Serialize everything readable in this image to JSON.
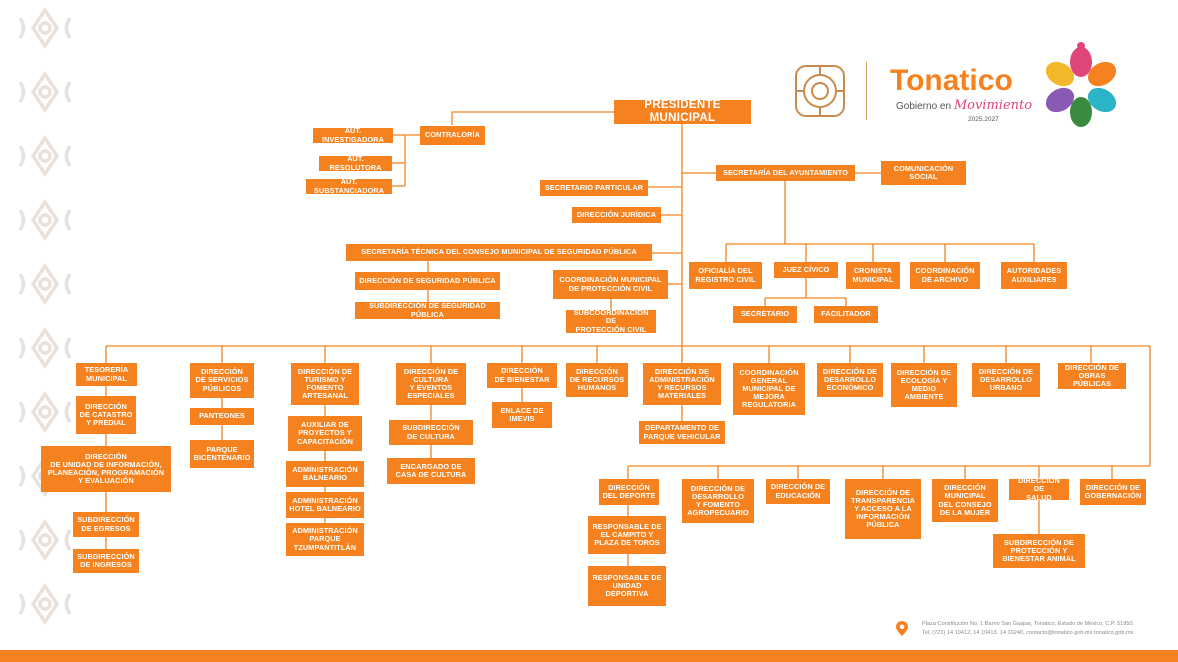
{
  "colors": {
    "box": "#f5821f",
    "line": "#f5821f",
    "pattern": "#e9e1dc",
    "accent_pink": "#e0457b"
  },
  "header": {
    "brand_name": "Tonatico",
    "brand_prefix": "Gobierno en",
    "brand_script": "Movimiento",
    "brand_years": "2025.2027",
    "seal_icon": "municipal-seal-icon",
    "flower_icon": "flower-logo-icon"
  },
  "org": {
    "presidente": "PRESIDENTE MUNICIPAL",
    "contraloria": "CONTRALORÍA",
    "aut_investigadora": "AUT. INVESTIGADORA",
    "aut_resolutora": "AUT. RESOLUTORA",
    "aut_substanciadora": "AUT. SUBSTANCIADORA",
    "sec_ayuntamiento": "SECRETARÍA DEL AYUNTAMIENTO",
    "comunicacion": "COMUNICACIÓN\nSOCIAL",
    "sec_particular": "SECRETARIO PARTICULAR",
    "dir_juridica": "DIRECCIÓN JURÍDICA",
    "sec_tecnica": "SECRETARÍA TÉCNICA DEL CONSEJO MUNICIPAL DE SEGURIDAD PÚBLICA",
    "dir_seguridad": "DIRECCIÓN DE SEGURIDAD PÚBLICA",
    "subdir_seguridad": "SUBDIRECCIÓN DE SEGURIDAD PÚBLICA",
    "coord_proteccion": "COORDINACIÓN MUNICIPAL\nDE PROTECCIÓN CIVIL",
    "subcoord_proteccion": "SUBCOORDINACIÓN DE\nPROTECCIÓN CIVIL",
    "oficialia": "OFICIALÍA DEL\nREGISTRO CIVIL",
    "juez": "JUEZ CÍVICO",
    "cronista": "CRONISTA\nMUNICIPAL",
    "coord_archivo": "COORDINACIÓN\nDE ARCHIVO",
    "autoridades": "AUTORIDADES\nAUXILIARES",
    "secretario": "SECRETARIO",
    "facilitador": "FACILITADOR",
    "tesoreria": "TESORERÍA\nMUNICIPAL",
    "dir_catastro": "DIRECCIÓN\nDE CATASTRO\nY PREDIAL",
    "dir_unidad_info": "DIRECCIÓN\nDE UNIDAD DE INFORMACIÓN,\nPLANEACIÓN, PROGRAMACIÓN\nY EVALUACIÓN",
    "subdir_egresos": "SUBDIRECCIÓN\nDE EGRESOS",
    "subdir_ingresos": "SUBDIRECCIÓN\nDE INGRESOS",
    "dir_servicios": "DIRECCIÓN\nDE SERVICIOS\nPÚBLICOS",
    "panteones": "PANTEONES",
    "parque_bicentenario": "PARQUE\nBICENTENARIO",
    "dir_turismo": "DIRECCIÓN DE\nTURISMO Y\nFOMENTO\nARTESANAL",
    "auxiliar_proyectos": "AUXILIAR DE\nPROYECTOS Y\nCAPACITACIÓN",
    "admin_balneario": "ADMINISTRACIÓN\nBALNEARIO",
    "admin_hotel": "ADMINISTRACIÓN\nHOTEL BALNEARIO",
    "admin_parque": "ADMINISTRACIÓN\nPARQUE\nTZUMPANTITLÁN",
    "dir_cultura": "DIRECCIÓN DE\nCULTURA\nY EVENTOS\nESPECIALES",
    "subdir_cultura": "SUBDIRECCIÓN\nDE CULTURA",
    "encargado_casa": "ENCARGADO DE\nCASA DE CULTURA",
    "dir_bienestar": "DIRECCIÓN\nDE BIENESTAR",
    "enlace_imevis": "ENLACE DE\nIMEVIS",
    "dir_rh": "DIRECCIÓN\nDE RECURSOS\nHUMANOS",
    "dir_admin": "DIRECCIÓN DE\nADMINISTRACIÓN\nY RECURSOS\nMATERIALES",
    "depto_parque": "DEPARTAMENTO DE\nPARQUE VEHICULAR",
    "coord_mejora": "COORDINACIÓN\nGENERAL\nMUNICIPAL DE\nMEJORA\nREGULATORIA",
    "dir_desarrollo_eco": "DIRECCIÓN DE\nDESARROLLO\nECONÓMICO",
    "dir_ecologia": "DIRECCIÓN DE\nECOLOGÍA Y\nMEDIO\nAMBIENTE",
    "dir_desarrollo_urb": "DIRECCIÓN DE\nDESARROLLO\nURBANO",
    "dir_obras": "DIRECCIÓN DE\nOBRAS PÚBLICAS",
    "dir_deporte": "DIRECCIÓN\nDEL DEPORTE",
    "resp_campito": "RESPONSABLE DE\nEL CAMPITO Y\nPLAZA DE TOROS",
    "resp_unidad": "RESPONSABLE DE\nUNIDAD\nDEPORTIVA",
    "dir_agro": "DIRECCIÓN DE\nDESARROLLO\nY FOMENTO\nAGROPECUARIO",
    "dir_educacion": "DIRECCIÓN DE\nEDUCACIÓN",
    "dir_transparencia": "DIRECCIÓN DE\nTRANSPARENCIA\nY ACCESO A LA\nINFORMACIÓN\nPÚBLICA",
    "dir_mujer": "DIRECCIÓN\nMUNICIPAL\nDEL CONSEJO\nDE LA MUJER",
    "dir_salud": "DIRECCIÓN DE\nSALUD",
    "subdir_proteccion_animal": "SUBDIRECCIÓN DE\nPROTECCIÓN Y\nBIENESTAR ANIMAL",
    "dir_gobernacion": "DIRECCIÓN DE\nGOBERNACIÓN"
  },
  "footer": {
    "icon": "location-icon",
    "line1": "Plaza Constitución No. 1 Barrio San Gaspar, Tonatico, Estado de México, C.P. 51950.",
    "line2": "Tel. (721) 14 10412, 14 10413, 14 10240, contacto@tonatico.gob.mx tonatico.gob.mx"
  }
}
